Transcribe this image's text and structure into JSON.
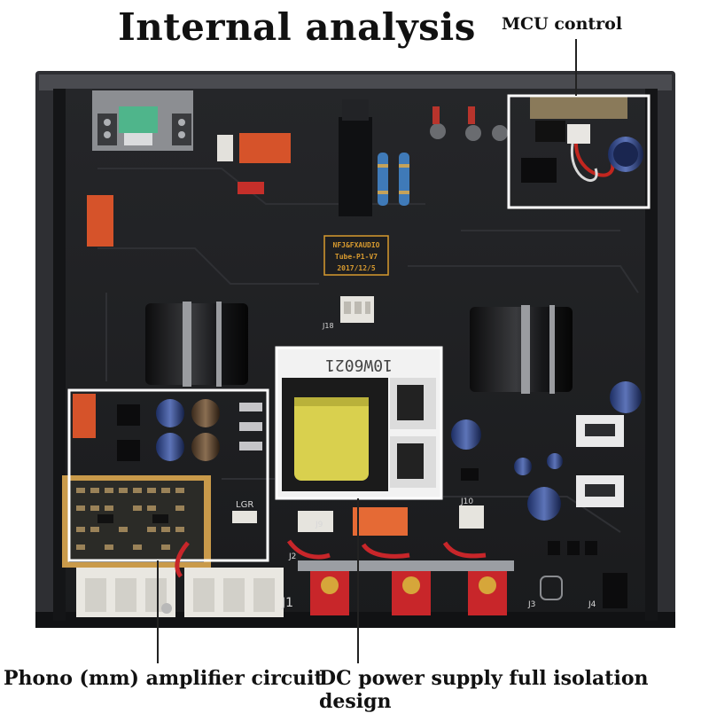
{
  "title": "Internal analysis",
  "callouts": {
    "mcu": "MCU control",
    "phono": "Phono (mm) amplifier circuit",
    "dc": "DC power supply full isolation design"
  },
  "board_label": {
    "line1": "NFJ&FXAUDIO",
    "line2": "Tube-P1-V7",
    "line3": "2017/12/5"
  },
  "transformer_marking": "10W6021",
  "connector_labels": [
    "J1",
    "J2",
    "J3",
    "J4",
    "J9",
    "J10",
    "J18",
    "LGR"
  ],
  "colors": {
    "pcb": "#1e1f22",
    "chassis": "#2b2c2f",
    "bobbin": "#d9d04e",
    "terminal_red": "#c8262a",
    "highlight_box": "#ffffff"
  }
}
